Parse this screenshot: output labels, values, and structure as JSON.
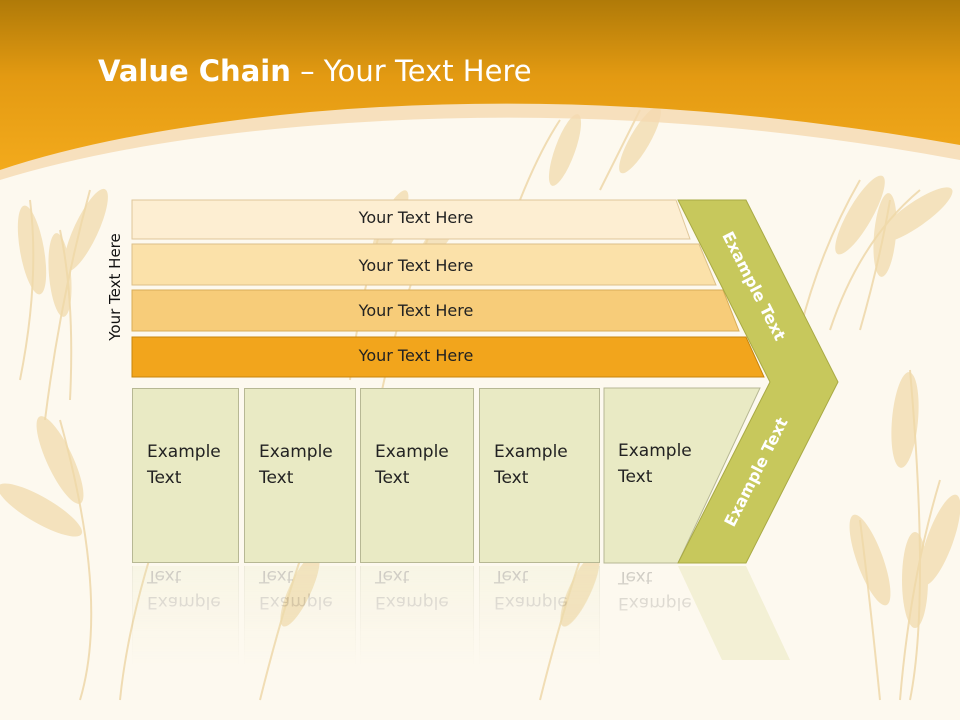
{
  "title": {
    "bold": "Value Chain",
    "rest": " – Your Text Here"
  },
  "vertical_label": "Your Text Here",
  "bars": [
    {
      "label": "Your Text Here",
      "color": "#fdeed2"
    },
    {
      "label": "Your Text Here",
      "color": "#fbe1a9"
    },
    {
      "label": "Your Text Here",
      "color": "#f7cc79"
    },
    {
      "label": "Your Text Here",
      "color": "#f2a51c"
    }
  ],
  "boxes": [
    {
      "line1": "Example",
      "line2": "Text"
    },
    {
      "line1": "Example",
      "line2": "Text"
    },
    {
      "line1": "Example",
      "line2": "Text"
    },
    {
      "line1": "Example",
      "line2": "Text"
    },
    {
      "line1": "Example",
      "line2": "Text"
    }
  ],
  "chevron": {
    "top_label": "Example Text",
    "bottom_label": "Example Text",
    "color": "#c7c85c"
  },
  "colors": {
    "header_orange": "#f0a310",
    "background": "#fdf9ef",
    "box_fill": "#e9eac4",
    "wheat": "#e9c98a"
  }
}
